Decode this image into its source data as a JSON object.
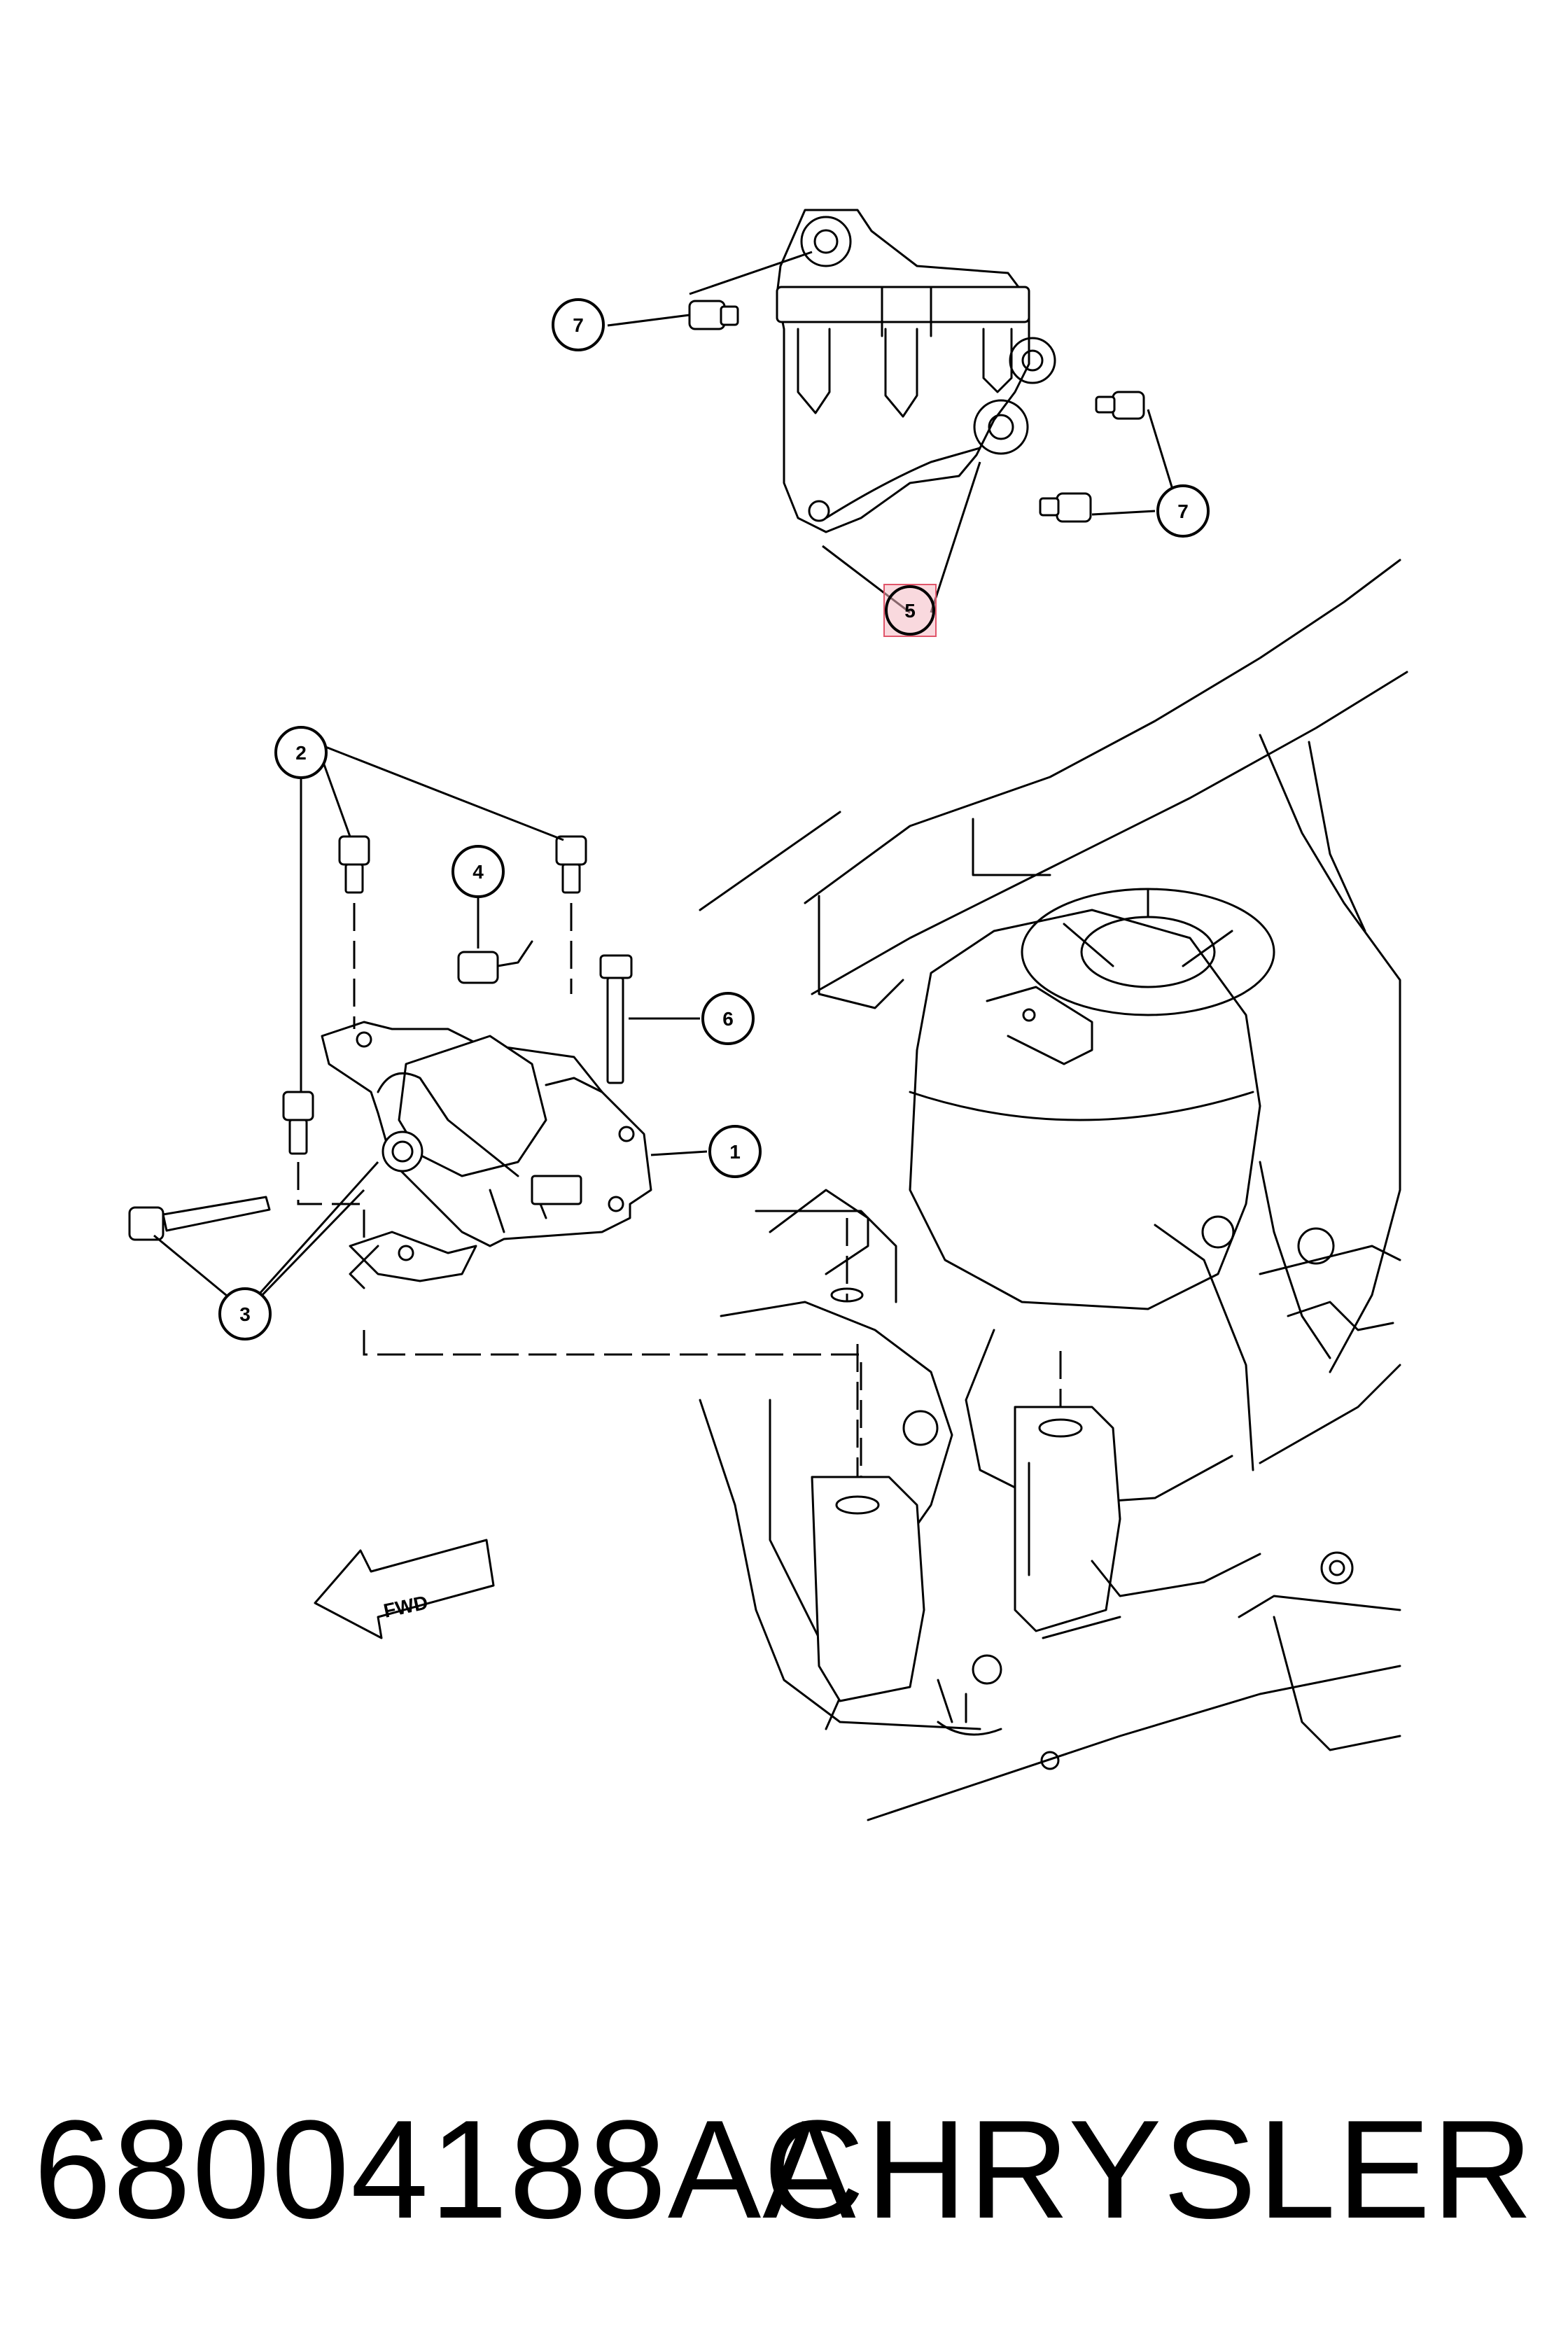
{
  "diagram": {
    "callouts": [
      {
        "id": "callout-7a",
        "label": "7"
      },
      {
        "id": "callout-7b",
        "label": "7"
      },
      {
        "id": "callout-5",
        "label": "5",
        "highlight": "#f4b9c3"
      },
      {
        "id": "callout-2",
        "label": "2"
      },
      {
        "id": "callout-4",
        "label": "4"
      },
      {
        "id": "callout-6",
        "label": "6"
      },
      {
        "id": "callout-1",
        "label": "1"
      },
      {
        "id": "callout-3",
        "label": "3"
      }
    ],
    "fwd_label": "FWD"
  },
  "footer": {
    "part_number": "68004188AA",
    "brand": "CHRYSLER"
  }
}
